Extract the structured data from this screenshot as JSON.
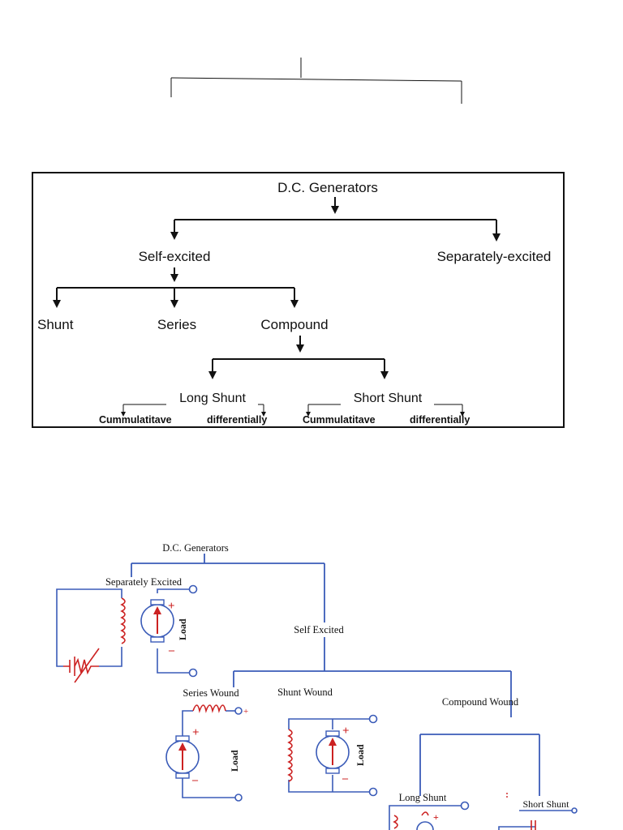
{
  "tree": {
    "root": "D.C. Generators",
    "self_excited": "Self-excited",
    "separately_excited": "Separately-excited",
    "shunt": "Shunt",
    "series": "Series",
    "compound": "Compound",
    "long_shunt": "Long Shunt",
    "short_shunt": "Short Shunt",
    "long_cumulative": "Cummulatitave",
    "long_differential": "differentially",
    "short_cumulative": "Cummulatitave",
    "short_differential": "differentially"
  },
  "circuit": {
    "root": "D.C. Generators",
    "separately_excited": "Separately Excited",
    "self_excited": "Self Excited",
    "series_wound": "Series Wound",
    "shunt_wound": "Shunt Wound",
    "compound_wound": "Compound Wound",
    "long_shunt": "Long Shunt",
    "short_shunt": "Short Shunt",
    "load": "Load",
    "plus": "+",
    "minus": "–"
  },
  "colors": {
    "ink": "#111111",
    "wire": "#3a5bb8",
    "coil": "#cc2222"
  }
}
